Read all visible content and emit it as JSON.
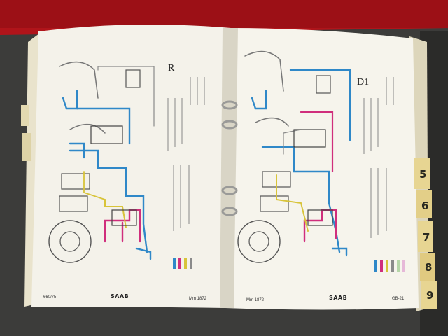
{
  "book": {
    "brand_left": "SAAB",
    "brand_right": "SAAB",
    "left_page": {
      "diagram_letter": "R",
      "footer_left": "660/75",
      "footer_right": "Mm 1872"
    },
    "right_page": {
      "diagram_letter": "D1",
      "footer_left": "Mm 1872",
      "footer_right": "GB-21"
    },
    "section_tabs": [
      "5",
      "6",
      "7",
      "8",
      "9"
    ]
  },
  "colors": {
    "tablecloth": "#b0141a",
    "binder": "#3c3c3a",
    "page": "#f4f2ea",
    "wire_blue": "#2f88c8",
    "wire_magenta": "#d02e7c",
    "wire_yellow": "#d8c43a",
    "wire_gray": "#8a8a8a",
    "tab_yellow": "#e7d592"
  }
}
